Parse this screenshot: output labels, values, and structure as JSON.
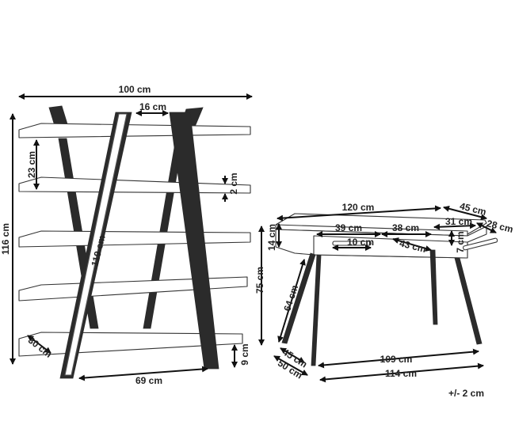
{
  "shelf": {
    "width": "100 cm",
    "height": "116 cm",
    "top_gap": "16 cm",
    "shelf_spacing": "23 cm",
    "shelf_thickness": "2 cm",
    "leg_length": "119 cm",
    "depth": "30 cm",
    "base_width": "69 cm",
    "bottom_clearance": "9 cm"
  },
  "desk": {
    "width": "120 cm",
    "depth": "45 cm",
    "height": "75 cm",
    "apron_height": "14 cm",
    "leg_height": "64 cm",
    "drawer_width_left": "39 cm",
    "drawer_width_middle": "38 cm",
    "drawer_width_right": "31 cm",
    "drawer_depth": "28 cm",
    "handle_length": "10 cm",
    "drawer_inner_depth": "43 cm",
    "drawer_height": "7 cm",
    "leg_span_depth": "45 cm",
    "footprint_depth": "50 cm",
    "leg_span_width": "109 cm",
    "footprint_width": "114 cm"
  },
  "tolerance": "+/- 2 cm"
}
